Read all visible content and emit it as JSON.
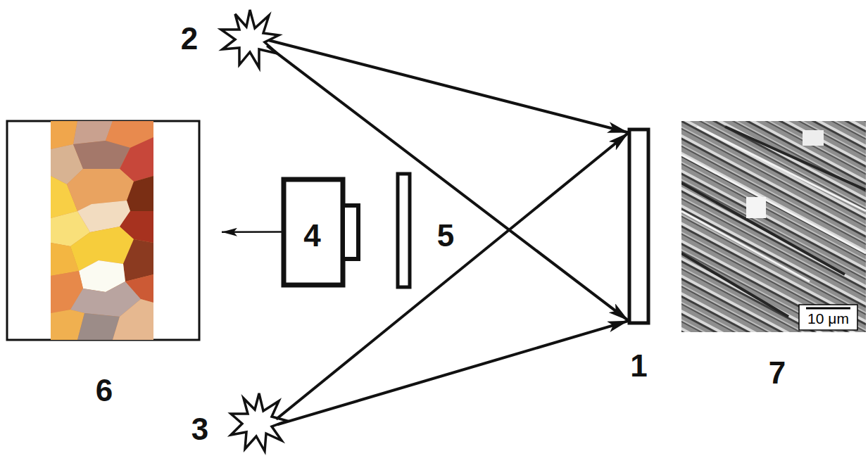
{
  "diagram": {
    "nodes": [
      {
        "text": [
          "1"
        ]
      },
      {
        "text": [
          "2"
        ]
      },
      {
        "text": [
          "3"
        ]
      },
      {
        "text": [
          "4"
        ]
      },
      {
        "text": [
          "5"
        ]
      },
      {
        "text": [
          "6"
        ]
      },
      {
        "text": [
          "7"
        ]
      }
    ],
    "edges": [
      {
        "from": 1,
        "to": 0,
        "arrow": "to"
      },
      {
        "from": 1,
        "to": 0,
        "arrow": "to"
      },
      {
        "from": 2,
        "to": 0,
        "arrow": "to"
      },
      {
        "from": 2,
        "to": 0,
        "arrow": "to"
      },
      {
        "from": 3,
        "to": 5,
        "arrow": "to"
      }
    ],
    "labels": [
      "10 μm"
    ]
  }
}
